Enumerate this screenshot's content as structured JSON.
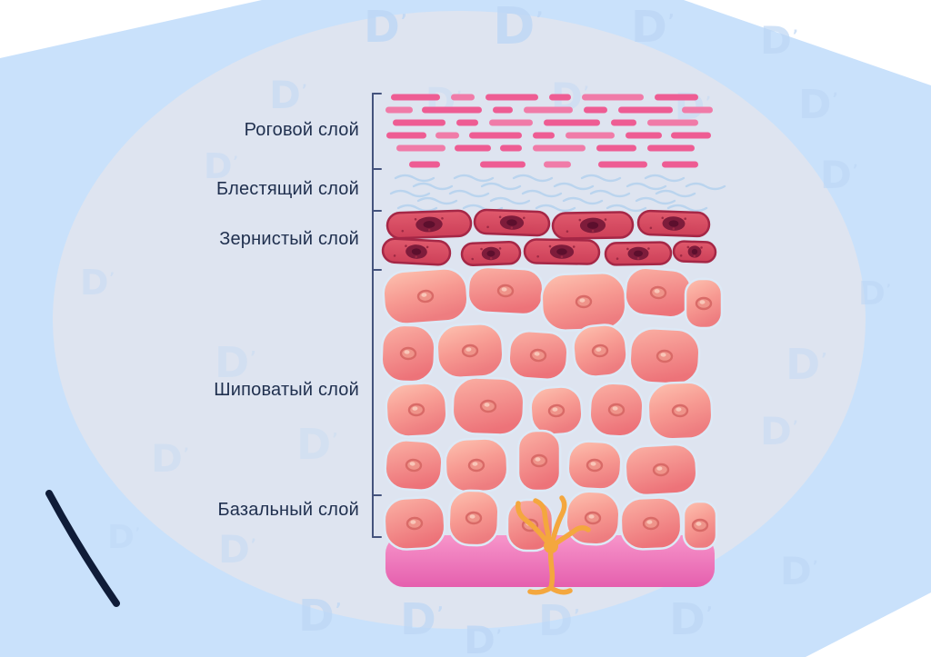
{
  "watermark": {
    "letter": "D",
    "mark": "ʼ"
  },
  "palette": {
    "background_blue": "#c9e1fb",
    "ellipse": "#dee4f0",
    "label_text": "#20304f",
    "bracket": "#44537d",
    "corneum_pink": "#ee5c93",
    "lucidum_blue": "#b7d3ee",
    "granular_red": "#d64c62",
    "spinous_pink": "#f79a92",
    "basal_base_magenta": "#ec6fb4",
    "melanocyte_orange": "#f4a73e"
  },
  "diagram": {
    "type": "skin-epidermis-layers",
    "labels": [
      {
        "id": "stratum-corneum",
        "label": "Роговой слой"
      },
      {
        "id": "stratum-lucidum",
        "label": "Блестящий слой"
      },
      {
        "id": "stratum-granulosum",
        "label": "Зернистый слой"
      },
      {
        "id": "stratum-spinosum",
        "label": "Шиповатый слой"
      },
      {
        "id": "stratum-basale",
        "label": "Базальный слой"
      }
    ]
  }
}
